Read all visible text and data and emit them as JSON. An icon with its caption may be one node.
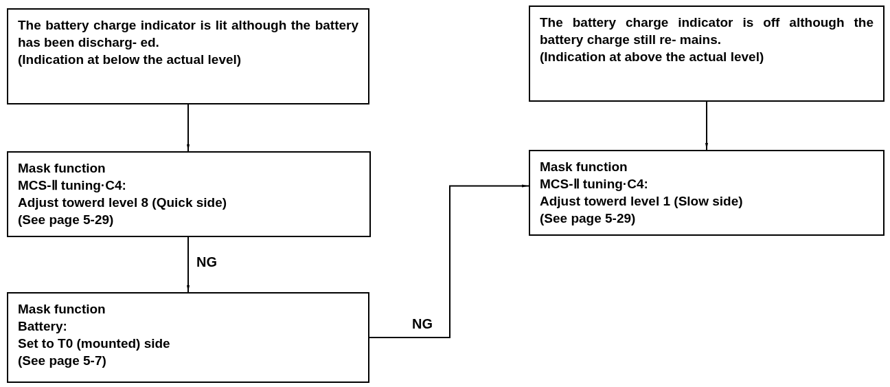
{
  "diagram": {
    "nodes": [
      {
        "text": [
          "The battery charge indicator is lit although the battery has been discharg- ed.",
          "(Indication at below the actual level)"
        ]
      },
      {
        "text": [
          "Mask function",
          "MCS-Ⅱ tuning·C4:",
          "Adjust towerd level 8 (Quick side)",
          "(See page 5-29)"
        ]
      },
      {
        "text": [
          "Mask function",
          "Battery:",
          "Set to T0 (mounted) side",
          "(See page 5-7)"
        ]
      },
      {
        "text": [
          "The battery charge indicator is off although the battery charge still re- mains.",
          "(Indication at above the actual level)"
        ]
      },
      {
        "text": [
          "Mask function",
          "MCS-Ⅱ tuning·C4:",
          "Adjust towerd level 1 (Slow side)",
          "(See page 5-29)"
        ]
      }
    ],
    "edges": [
      {
        "from": 0,
        "to": 1,
        "arrow": "to"
      },
      {
        "from": 1,
        "to": 2,
        "arrow": "to",
        "label": "NG"
      },
      {
        "from": 2,
        "to": 4,
        "arrow": "to",
        "label": "NG"
      },
      {
        "from": 3,
        "to": 4,
        "arrow": "to"
      }
    ]
  }
}
